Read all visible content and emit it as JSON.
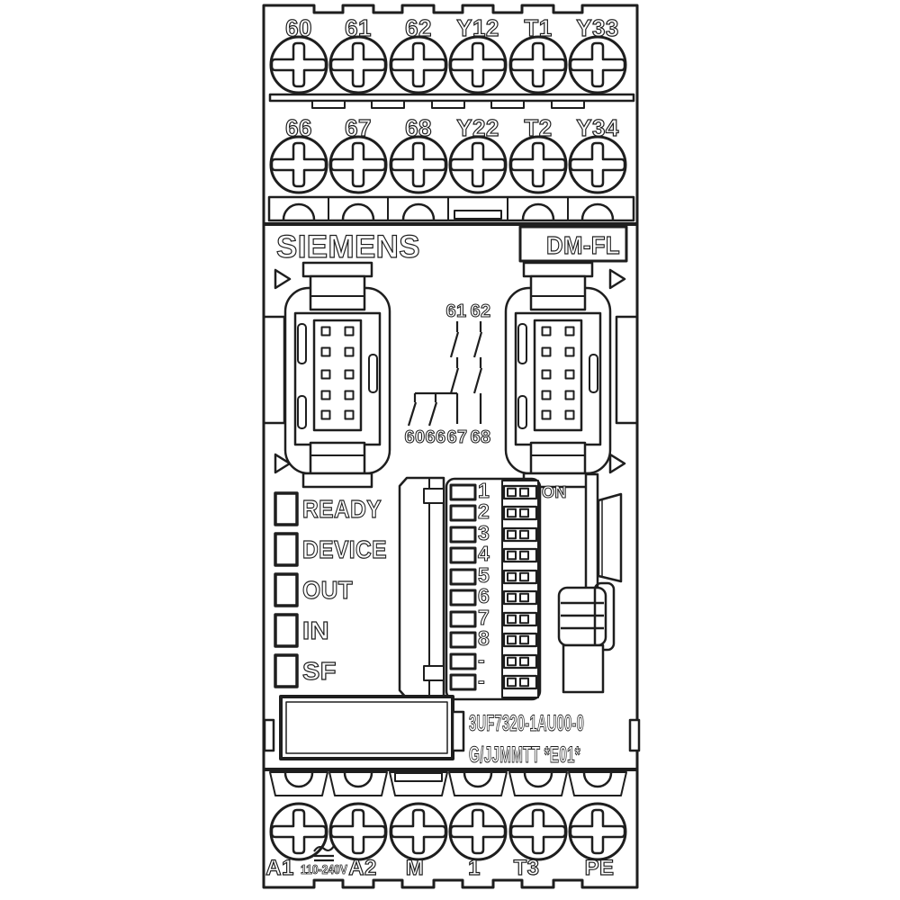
{
  "device": {
    "brand": "SIEMENS",
    "model": "DM-FL",
    "order_number": "3UF7320-1AU00-0",
    "date_code": "G/JJMMTT *E01*"
  },
  "terminals": {
    "row1": [
      "60",
      "61",
      "62",
      "Y12",
      "T1",
      "Y33"
    ],
    "row2": [
      "66",
      "67",
      "68",
      "Y22",
      "T2",
      "Y34"
    ],
    "bottom": [
      "A1",
      "A2",
      "M",
      "1",
      "T3",
      "PE"
    ],
    "supply_voltage": "110-240V"
  },
  "status_leds": [
    "READY",
    "DEVICE",
    "OUT",
    "IN",
    "SF"
  ],
  "dip_switches": {
    "labels": [
      "1",
      "2",
      "3",
      "4",
      "5",
      "6",
      "7",
      "8",
      "-",
      "-"
    ],
    "on_label": "ON"
  },
  "contact_diagram": {
    "top": [
      "61",
      "62"
    ],
    "bottom": [
      "60",
      "66",
      "67",
      "68"
    ]
  }
}
